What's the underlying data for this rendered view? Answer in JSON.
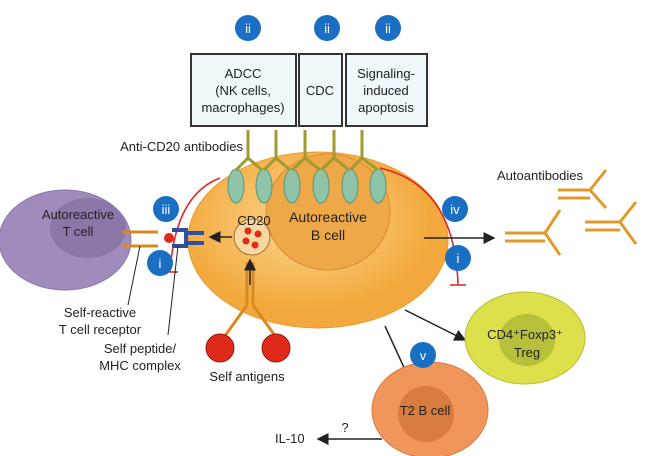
{
  "colors": {
    "badge": "#1a6fc2",
    "bcell": "#f7b955",
    "tcell": "#a08cbc",
    "treg": "#dde04a",
    "t2": "#f0965a",
    "cd20": "#8fc4a8",
    "antibody": "#b8b040",
    "autoantibody": "#e09a2c",
    "inhibit": "#e02020",
    "antigen": "#e02a1a",
    "mhc": "#2e4fa0"
  },
  "badges": {
    "ii_1": "ii",
    "ii_2": "ii",
    "ii_3": "ii",
    "iii": "iii",
    "iv": "iv",
    "i_left": "i",
    "i_right": "i",
    "v": "v"
  },
  "boxes": {
    "adcc": [
      "ADCC",
      "(NK cells,",
      "macrophages)"
    ],
    "cdc": [
      "CDC"
    ],
    "signaling": [
      "Signaling-",
      "induced",
      "apoptosis"
    ]
  },
  "labels": {
    "anti_cd20": "Anti-CD20 antibodies",
    "cd20": "CD20",
    "bcell": [
      "Autoreactive",
      "B cell"
    ],
    "tcell": [
      "Autoreactive",
      "T cell"
    ],
    "tcr": [
      "Self-reactive",
      "T cell receptor"
    ],
    "mhc": [
      "Self peptide/",
      "MHC complex"
    ],
    "self_antigens": "Self antigens",
    "autoantibodies": "Autoantibodies",
    "treg": [
      "CD4⁺Foxp3⁺",
      "Treg"
    ],
    "t2": "T2 B cell",
    "il10": "IL-10",
    "question": "?"
  }
}
